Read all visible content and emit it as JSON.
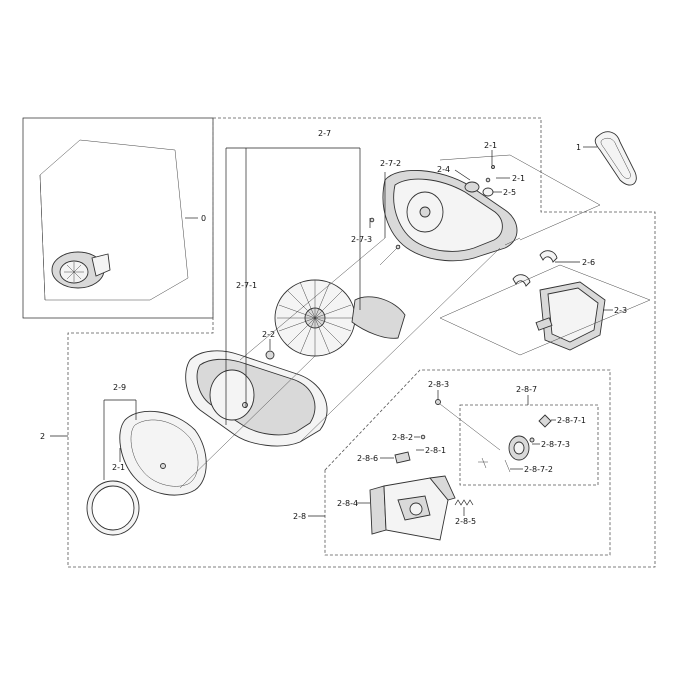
{
  "labels": {
    "l0": "0",
    "l1": "1",
    "l2": "2",
    "l2_1a": "2-1",
    "l2_1b": "2-1",
    "l2_1c": "2-1",
    "l2_2": "2-2",
    "l2_3": "2-3",
    "l2_4": "2-4",
    "l2_5": "2-5",
    "l2_6": "2-6",
    "l2_7": "2-7",
    "l2_7_1": "2-7-1",
    "l2_7_2": "2-7-2",
    "l2_7_3": "2-7-3",
    "l2_8": "2-8",
    "l2_8_1": "2-8-1",
    "l2_8_2": "2-8-2",
    "l2_8_3": "2-8-3",
    "l2_8_4": "2-8-4",
    "l2_8_5": "2-8-5",
    "l2_8_6": "2-8-6",
    "l2_8_7": "2-8-7",
    "l2_8_7_1": "2-8-7-1",
    "l2_8_7_2": "2-8-7-2",
    "l2_8_7_3": "2-8-7-3",
    "l2_9": "2-9"
  }
}
